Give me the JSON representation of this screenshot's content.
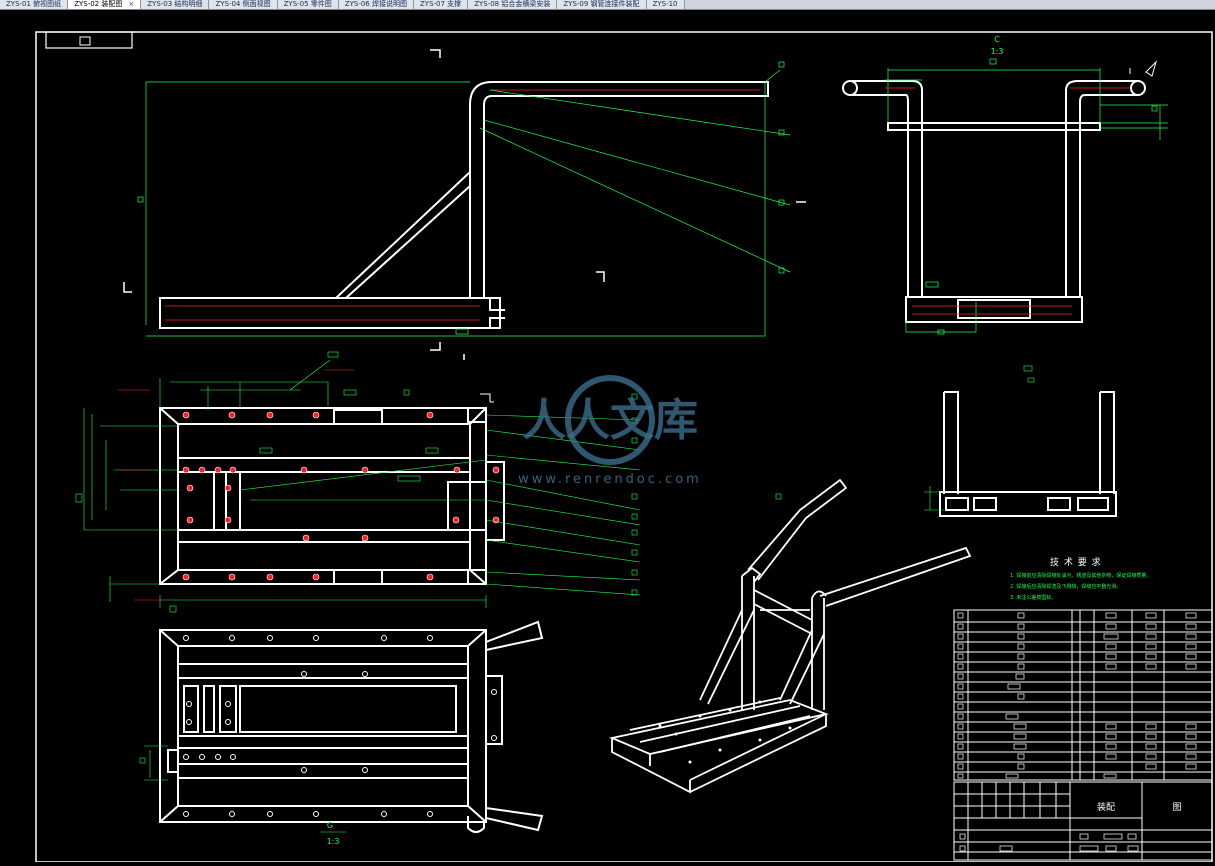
{
  "tabs": [
    {
      "label": "ZYS-01 俯视图纸",
      "active": false
    },
    {
      "label": "ZYS-02 装配图",
      "active": true,
      "closable": true
    },
    {
      "label": "ZYS-03 结构明细",
      "active": false
    },
    {
      "label": "ZYS-04 侧面视图",
      "active": false
    },
    {
      "label": "ZYS-05 零件图",
      "active": false
    },
    {
      "label": "ZYS-06 焊接说明图",
      "active": false
    },
    {
      "label": "ZYS-07 支撑",
      "active": false
    },
    {
      "label": "ZYS-08 铝合金横梁安装",
      "active": false
    },
    {
      "label": "ZYS-09 钢管连接件装配",
      "active": false
    },
    {
      "label": "ZYS-10",
      "active": false
    }
  ],
  "drawing": {
    "view_c_label": "C",
    "view_c_scale": "1:3",
    "view_g_label": "G",
    "view_g_scale": "1:3",
    "tech_requirements_title": "技 术 要 求",
    "tech_notes": [
      "1. 焊接前应清除焊接处油污、锈迹及其他杂物，保证焊接质量。",
      "2. 焊接后应清除焊渣及飞溅物，焊缝应平整光滑。",
      "3. 未注公差按国标。"
    ],
    "title_block_name": "装配",
    "title_block_company": "图",
    "watermark_text": "人人文库",
    "watermark_url": "www.renrendoc.com"
  },
  "colors": {
    "line": "#ffffff",
    "dimension": "#1bff4f",
    "center": "#ff2222",
    "watermark": "#3a6e8c"
  }
}
